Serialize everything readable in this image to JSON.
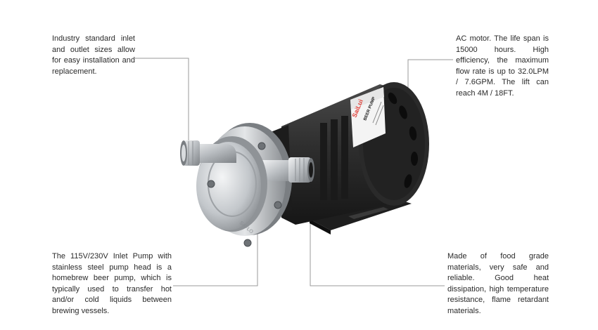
{
  "callouts": {
    "top_left": "Industry standard inlet and outlet sizes allow for easy installation and replacement.",
    "top_right": "AC motor. The life span is 15000 hours. High efficiency, the maximum flow rate is up to 32.0LPM / 7.6GPM. The lift can reach 4M / 18FT.",
    "bottom_left": "The 115V/230V Inlet Pump with stainless steel pump head is a homebrew beer pump, which is typically used to transfer hot and/or cold liquids between brewing vessels.",
    "bottom_right": "Made of food grade materials, very safe and reliable. Good heat dissipation, high temperature resistance, flame retardant materials."
  },
  "product": {
    "label_brand": "SaiLui",
    "label_text": "BEER PUMP",
    "head_marking": "SAFLO"
  },
  "colors": {
    "text": "#2a2a2a",
    "leader_line": "#9a9a9a",
    "motor_body": "#2b2b2b",
    "steel": "#c8ccd0",
    "brand_red": "#e0413a",
    "brand_blue": "#2c6fb6"
  }
}
